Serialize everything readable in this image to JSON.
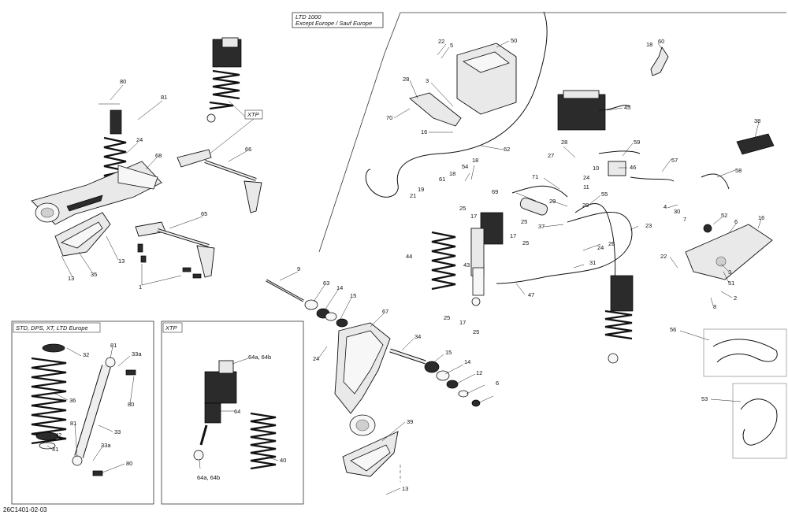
{
  "diagram_code": "26C1401-02-03",
  "boxes": {
    "ltd": {
      "line1": "LTD 1000",
      "line2": "Except Europe / Sauf Europe"
    },
    "std": {
      "title": "STD, DPS, XT, LTD Europe"
    },
    "xtp_box": {
      "title": "XTP"
    },
    "xtp_tag": "XTP"
  },
  "callouts": [
    "80",
    "81",
    "24",
    "68",
    "66",
    "65",
    "13",
    "35",
    "13",
    "1",
    "9",
    "63",
    "14",
    "15",
    "67",
    "34",
    "24",
    "15",
    "14",
    "12",
    "6",
    "39",
    "13",
    "22",
    "5",
    "50",
    "28",
    "3",
    "70",
    "16",
    "62",
    "18",
    "54",
    "18",
    "61",
    "19",
    "21",
    "25",
    "17",
    "69",
    "71",
    "29",
    "37",
    "55",
    "43",
    "44",
    "25",
    "17",
    "25",
    "25",
    "17",
    "25",
    "60",
    "18",
    "45",
    "28",
    "27",
    "59",
    "10",
    "46",
    "24",
    "11",
    "20",
    "57",
    "58",
    "4",
    "30",
    "7",
    "38",
    "52",
    "16",
    "6",
    "51",
    "22",
    "3",
    "2",
    "8",
    "23",
    "24",
    "26",
    "31",
    "47",
    "56",
    "53",
    "32",
    "81",
    "33a",
    "36",
    "80",
    "33",
    "42",
    "81",
    "41",
    "33a",
    "80",
    "64a, 64b",
    "64",
    "40",
    "64a, 64b"
  ]
}
